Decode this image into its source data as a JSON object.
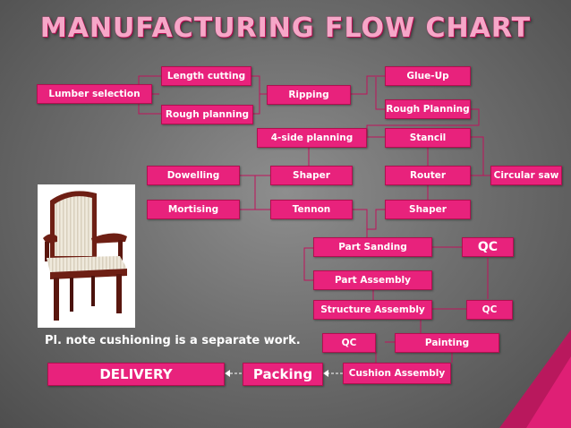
{
  "title": "MANUFACTURING FLOW CHART",
  "note": "Pl. note cushioning is a separate work.",
  "colors": {
    "box_fill": "#e8227c",
    "box_border": "#b0104f",
    "connector": "#c0125c",
    "title": "#f6a7c8"
  },
  "chair_image": "chair-photo",
  "nodes": {
    "lumber_selection": "Lumber selection",
    "length_cutting": "Length cutting",
    "rough_planning_1": "Rough planning",
    "ripping": "Ripping",
    "glue_up": "Glue-Up",
    "rough_planning_2": "Rough Planning",
    "four_side_planning": "4-side planning",
    "stancil": "Stancil",
    "dowelling": "Dowelling",
    "shaper_1": "Shaper",
    "router": "Router",
    "circular_saw": "Circular saw",
    "mortising": "Mortising",
    "tennon": "Tennon",
    "shaper_2": "Shaper",
    "part_sanding": "Part Sanding",
    "qc_1": "QC",
    "part_assembly": "Part Assembly",
    "structure_assembly": "Structure Assembly",
    "qc_2": "QC",
    "qc_3": "QC",
    "painting": "Painting",
    "cushion_assembly": "Cushion Assembly",
    "packing": "Packing",
    "delivery": "DELIVERY"
  }
}
